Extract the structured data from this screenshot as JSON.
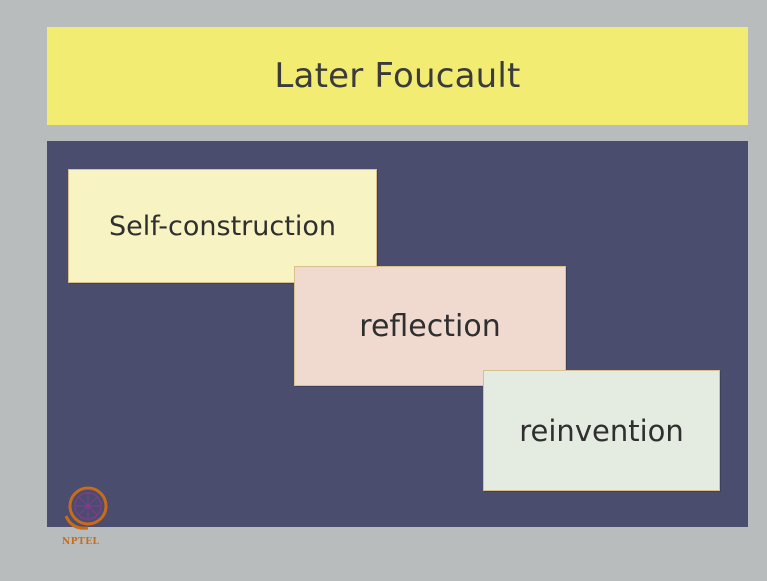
{
  "slide": {
    "title": "Later Foucault",
    "boxes": [
      {
        "label": "Self-construction"
      },
      {
        "label": "reflection"
      },
      {
        "label": "reinvention"
      }
    ]
  },
  "logo": {
    "text": "NPTEL",
    "icon": "nptel-wheel-icon"
  },
  "colors": {
    "background": "#b9bcbc",
    "title_bar": "#f2ec73",
    "content_panel": "#4a4d6d",
    "box_self_construction": "#f7f3c2",
    "box_reflection": "#f0d9cf",
    "box_reinvention": "#e4ece1"
  }
}
